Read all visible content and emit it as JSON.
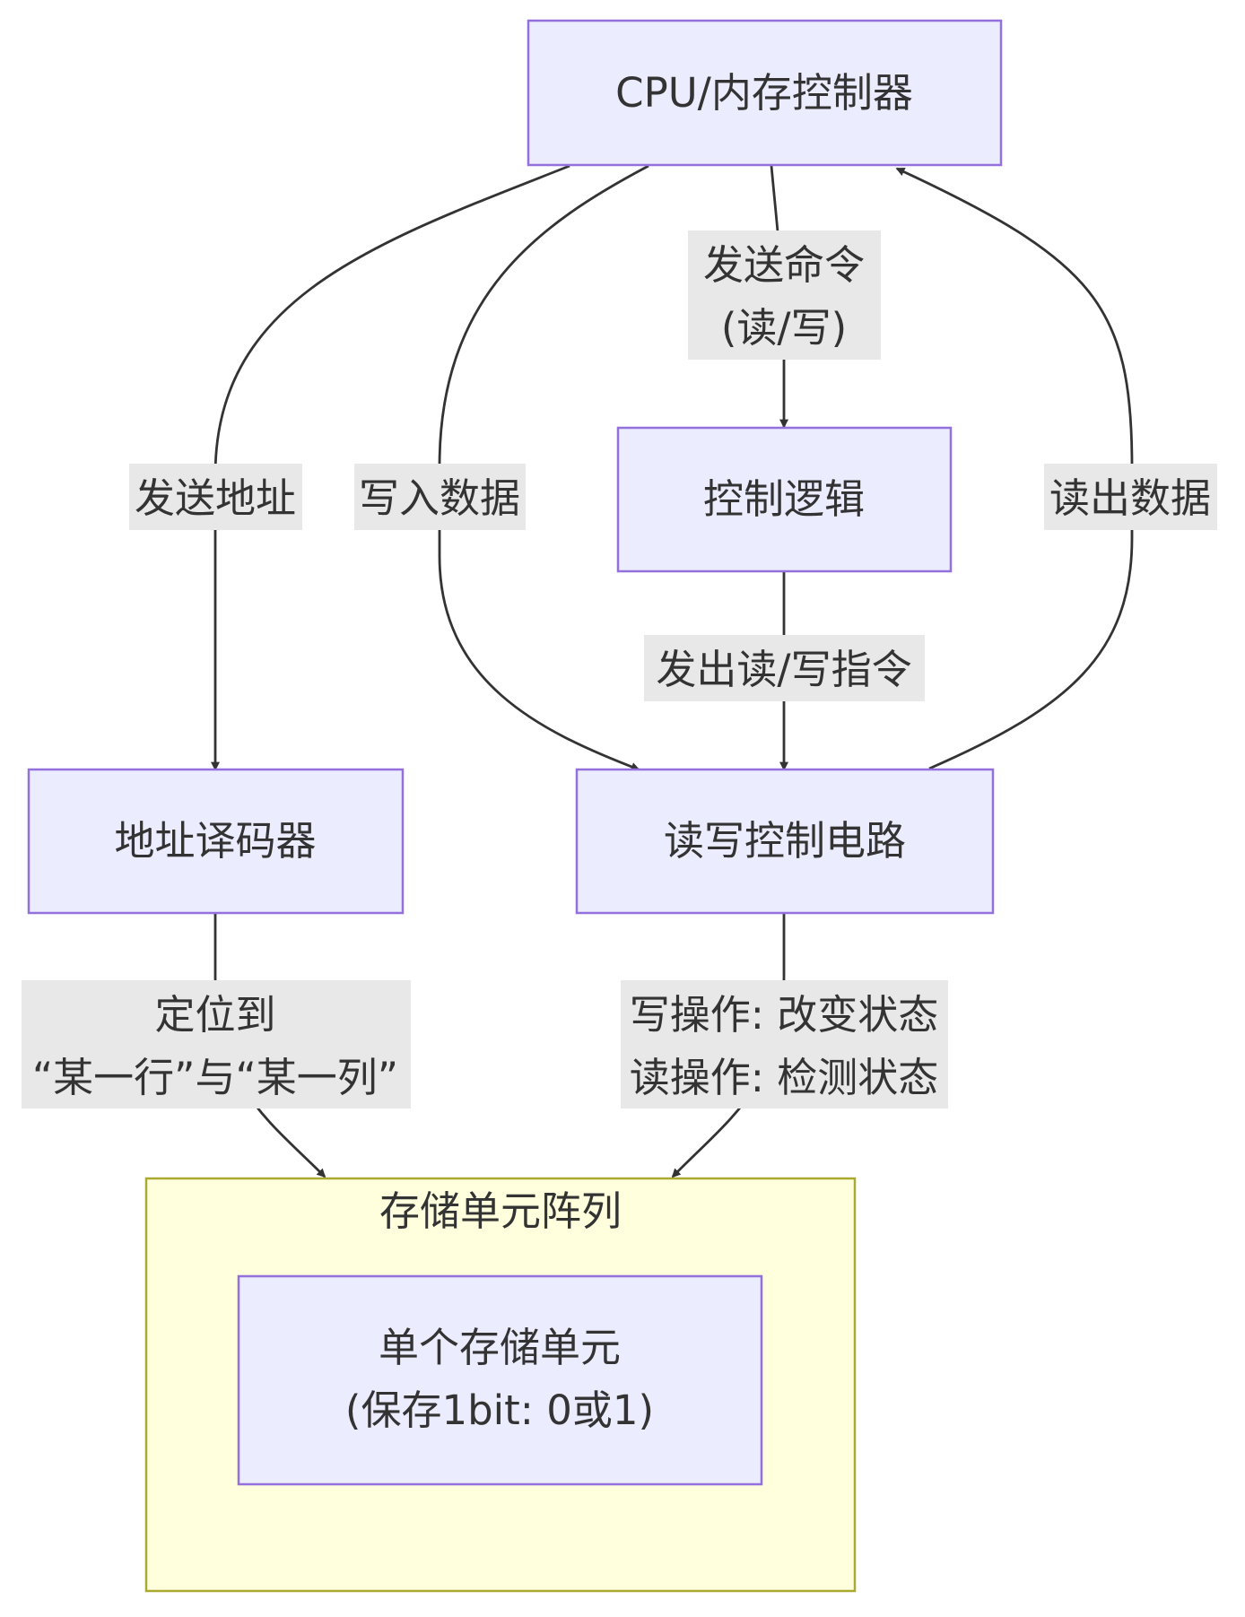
{
  "nodes": {
    "cpu": "CPU/内存控制器",
    "control_logic": "控制逻辑",
    "address_decoder": "地址译码器",
    "rw_circuit": "读写控制电路",
    "cell": [
      "单个存储单元",
      "(保存1bit: 0或1)"
    ]
  },
  "cluster": {
    "title": "存储单元阵列"
  },
  "edges": {
    "send_address": "发送地址",
    "write_data": "写入数据",
    "send_command": [
      "发送命令",
      "(读/写)"
    ],
    "read_data": "读出数据",
    "issue_rw": "发出读/写指令",
    "locate": [
      "定位到",
      "“某一行”与“某一列”"
    ],
    "rw_ops": [
      "写操作: 改变状态",
      "读操作: 检测状态"
    ]
  },
  "colors": {
    "node_fill": "#ECECFF",
    "node_stroke": "#9370DB",
    "cluster_fill": "#FFFFDE",
    "cluster_stroke": "#AAAA33",
    "edge": "#333333",
    "edge_label_bg": "#E8E8E8"
  }
}
